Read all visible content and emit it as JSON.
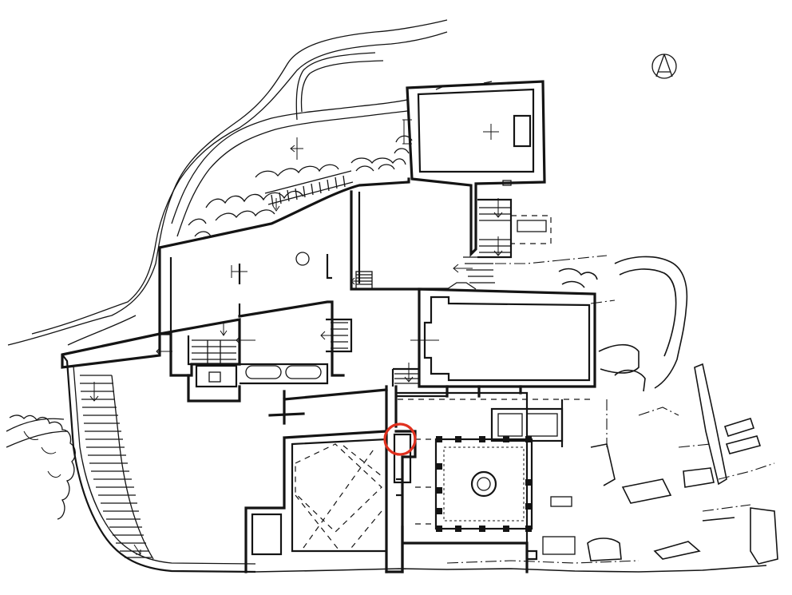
{
  "image": {
    "kind": "architectural site plan",
    "style": "black line drawing on white paper"
  },
  "colors": {
    "background": "#ffffff",
    "ink": "#141414",
    "highlight": "#e0301e"
  },
  "icons": {
    "north_arrow": "north-arrow-icon",
    "crosshair": "crosshair-icon",
    "direction_arrows": "arrow-icon"
  },
  "highlight_marker": {
    "shape": "circle",
    "color": "#e0301e"
  }
}
